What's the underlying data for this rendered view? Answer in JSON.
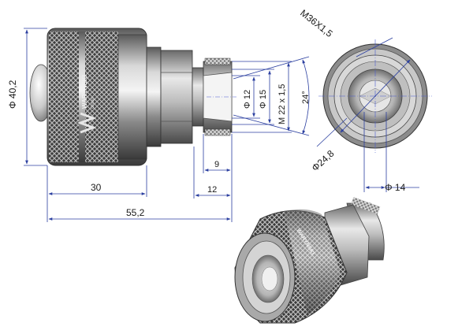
{
  "dimensions": {
    "thread_face": "M36X1,5",
    "body_diameter": "Φ 40,2",
    "bore_inner": "Φ 12",
    "bore_outer": "Φ 15",
    "thread_male": "M 22 x 1,5",
    "taper_angle": "24°",
    "length_9": "9",
    "length_12": "12",
    "length_30": "30",
    "length_total": "55,2",
    "face_diameter": "Φ24,8",
    "face_bore": "Φ 14"
  },
  "logo": {
    "text": "WARYŃSKI",
    "subtext": "Group"
  },
  "colors": {
    "dimension_line": "#2b3fa0",
    "center_line": "#4a5bd0",
    "metal": "#9a9a9a"
  }
}
